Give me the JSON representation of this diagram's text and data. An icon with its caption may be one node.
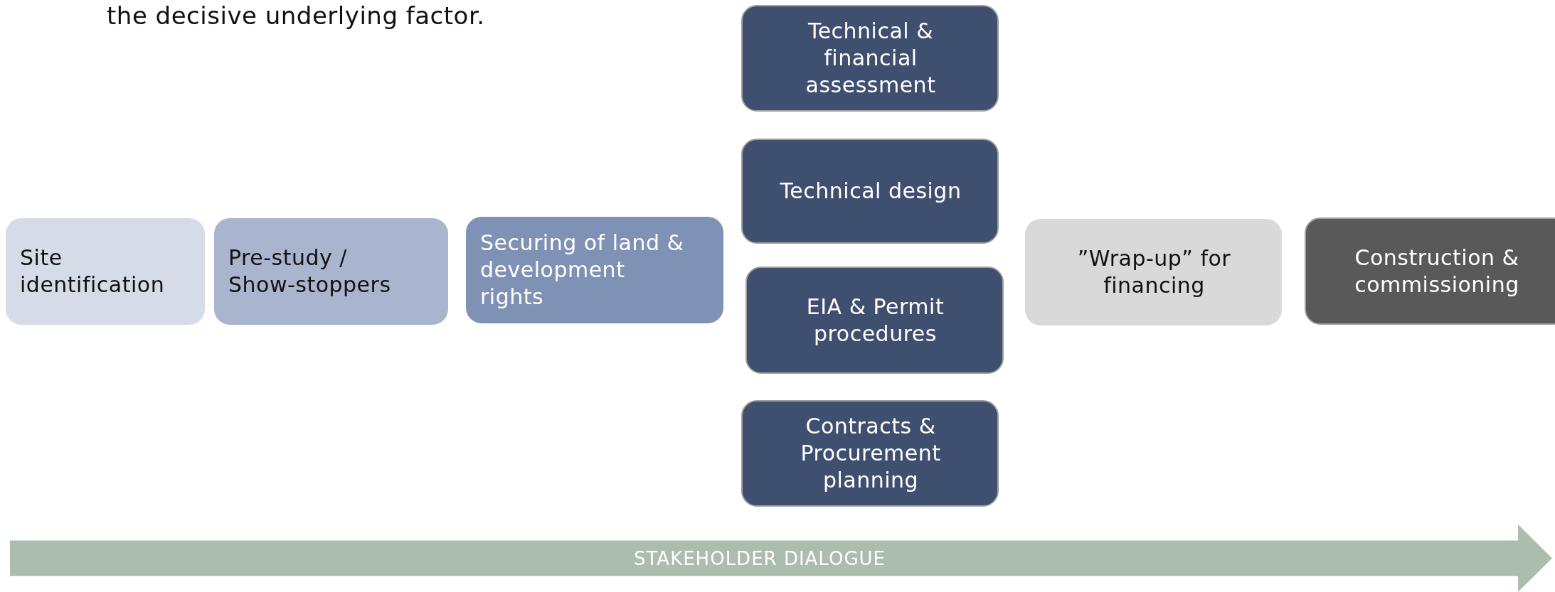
{
  "diagram": {
    "nodes": [
      {
        "text": [
          "Site identification"
        ]
      },
      {
        "text": [
          "Pre-study / Show-stoppers"
        ]
      },
      {
        "text": [
          "Securing of land & development rights"
        ]
      },
      {
        "text": [
          "Technical & financial assessment"
        ]
      },
      {
        "text": [
          "Technical design"
        ]
      },
      {
        "text": [
          "EIA & Permit procedures"
        ]
      },
      {
        "text": [
          "Contracts & Procurement planning"
        ]
      },
      {
        "text": [
          "”Wrap-up” for financing"
        ]
      },
      {
        "text": [
          "Construction & commissioning"
        ]
      },
      {
        "text": [
          "STAKEHOLDER DIALOGUE"
        ]
      }
    ],
    "labels": [
      "the decisive underlying factor."
    ]
  }
}
